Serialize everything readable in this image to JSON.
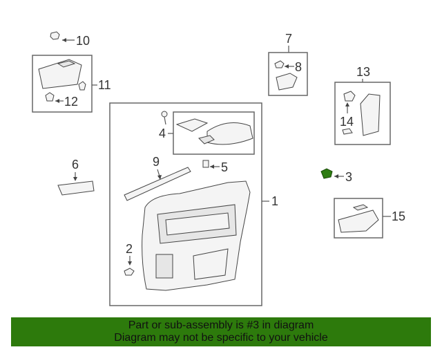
{
  "callouts": {
    "c1": "1",
    "c2": "2",
    "c3": "3",
    "c4": "4",
    "c5": "5",
    "c6": "6",
    "c7": "7",
    "c8": "8",
    "c9": "9",
    "c10": "10",
    "c11": "11",
    "c12": "12",
    "c13": "13",
    "c14": "14",
    "c15": "15"
  },
  "highlight_color": "#2e7d12",
  "banner": {
    "line1": "Part or sub-assembly is #3 in diagram",
    "line2": "Diagram may not be specific to your vehicle",
    "color": "#2d7a0c"
  }
}
